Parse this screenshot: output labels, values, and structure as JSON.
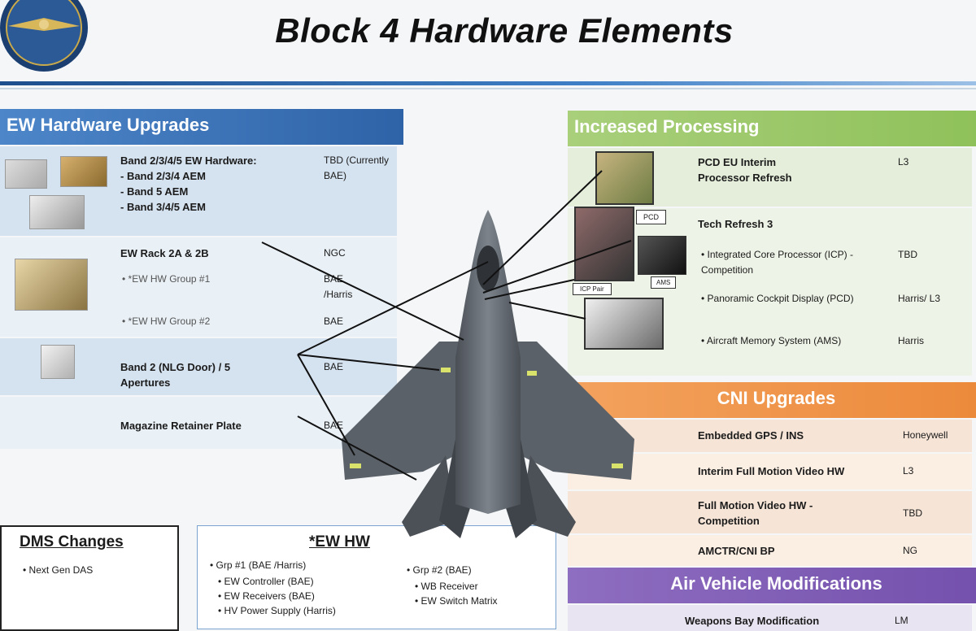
{
  "title": "Block 4 Hardware Elements",
  "ew": {
    "header": "EW Hardware Upgrades",
    "rows": [
      {
        "item_lines": [
          "Band 2/3/4/5 EW Hardware:",
          "- Band 2/3/4 AEM",
          "- Band 5 AEM",
          "- Band 3/4/5 AEM"
        ],
        "vendor": "TBD (Currently BAE)"
      },
      {
        "item": "EW Rack 2A & 2B",
        "vendor": "NGC",
        "subs": [
          {
            "text": "*EW HW Group #1",
            "vendor": "BAE /Harris"
          },
          {
            "text": "*EW HW Group #2",
            "vendor": "BAE"
          }
        ]
      },
      {
        "item": "Band 2 (NLG Door) / 5 Apertures",
        "vendor": "BAE"
      },
      {
        "item": "Magazine Retainer Plate",
        "vendor": "BAE"
      }
    ]
  },
  "processing": {
    "header": "Increased Processing",
    "rows": [
      {
        "item": "PCD EU Interim Processor Refresh",
        "vendor": "L3"
      },
      {
        "item": "Tech Refresh 3",
        "vendor": ""
      }
    ],
    "tr3": [
      {
        "item": "Integrated Core Processor (ICP) - Competition",
        "vendor": "TBD"
      },
      {
        "item": "Panoramic Cockpit Display (PCD)",
        "vendor": "Harris/ L3"
      },
      {
        "item": "Aircraft Memory System (AMS)",
        "vendor": "Harris"
      }
    ],
    "image_labels": {
      "pcd": "PCD",
      "icp": "ICP Pair",
      "ams": "AMS"
    }
  },
  "cni": {
    "header": "CNI Upgrades",
    "rows": [
      {
        "item": "Embedded GPS / INS",
        "vendor": "Honeywell"
      },
      {
        "item": "Interim Full Motion Video HW",
        "vendor": "L3"
      },
      {
        "item": "Full Motion Video HW - Competition",
        "vendor": "TBD"
      },
      {
        "item": "AMCTR/CNI BP",
        "vendor": "NG"
      }
    ]
  },
  "avm": {
    "header": "Air Vehicle Modifications",
    "rows": [
      {
        "item": "Weapons Bay Modification",
        "vendor": "LM"
      }
    ]
  },
  "dms": {
    "title": "DMS Changes",
    "items": [
      "Next Gen DAS"
    ]
  },
  "ewhw": {
    "title": "*EW HW",
    "grp1_title": "Grp #1 (BAE /Harris)",
    "grp1_items": [
      "EW Controller (BAE)",
      "EW Receivers (BAE)",
      "HV Power Supply (Harris)"
    ],
    "grp2_title": "Grp #2 (BAE)",
    "grp2_items": [
      "WB Receiver",
      "EW Switch Matrix"
    ]
  },
  "colors": {
    "ew": "#2f63a8",
    "processing": "#8fc15a",
    "cni": "#ec8a3b",
    "avm": "#7451ad"
  }
}
